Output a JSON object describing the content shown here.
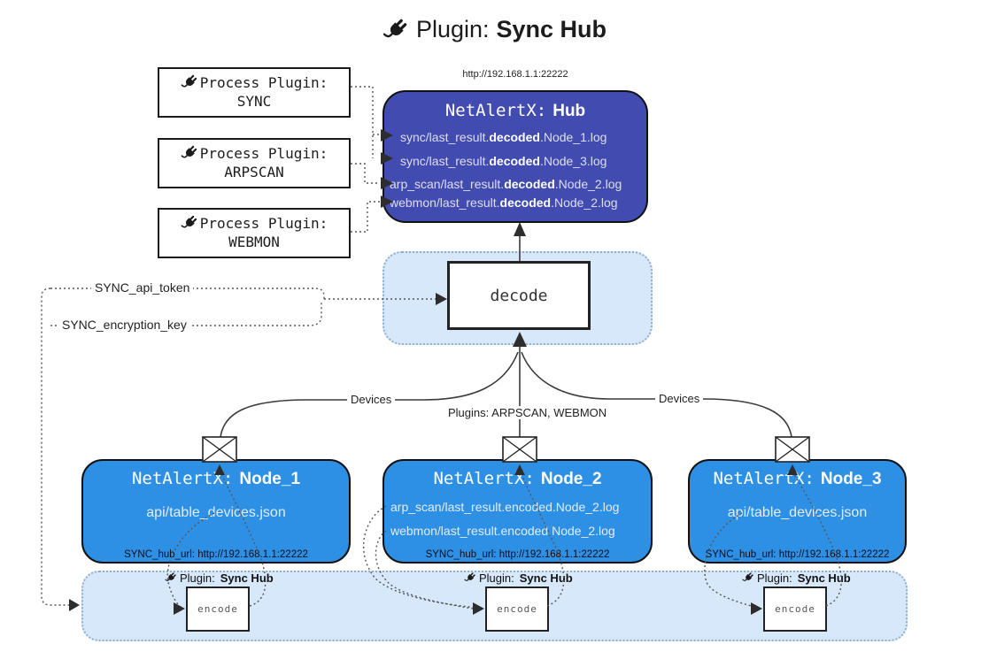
{
  "title": {
    "icon": "plug-icon",
    "prefix": "Plugin:",
    "name": "Sync Hub"
  },
  "hub": {
    "url": "http://192.168.1.1:22222",
    "title_prefix": "NetAlertX:",
    "title_name": "Hub",
    "logs": [
      {
        "pre": "sync/last_result.",
        "bold": "decoded",
        "post": ".Node_1.log"
      },
      {
        "pre": "sync/last_result.",
        "bold": "decoded",
        "post": ".Node_3.log"
      },
      {
        "pre": "arp_scan/last_result.",
        "bold": "decoded",
        "post": ".Node_2.log"
      },
      {
        "pre": "webmon/last_result.",
        "bold": "decoded",
        "post": ".Node_2.log"
      }
    ]
  },
  "process_plugins": [
    {
      "icon": "plug-icon",
      "label": "Process Plugin:",
      "name": "SYNC"
    },
    {
      "icon": "plug-icon",
      "label": "Process Plugin:",
      "name": "ARPSCAN"
    },
    {
      "icon": "plug-icon",
      "label": "Process Plugin:",
      "name": "WEBMON"
    }
  ],
  "decode": {
    "label": "decode"
  },
  "settings": {
    "api_token": "SYNC_api_token",
    "encryption_key": "SYNC_encryption_key"
  },
  "edges": {
    "devices_left": "Devices",
    "devices_right": "Devices",
    "plugins_middle": "Plugins: ARPSCAN, WEBMON"
  },
  "nodes": [
    {
      "title_prefix": "NetAlertX:",
      "title_name": "Node_1",
      "files": [
        "api/table_devices.json"
      ],
      "hub_url": "SYNC_hub_url: http://192.168.1.1:22222",
      "mail_icon": "envelope-icon"
    },
    {
      "title_prefix": "NetAlertX:",
      "title_name": "Node_2",
      "files": [
        "arp_scan/last_result.encoded.Node_2.log",
        "webmon/last_result.encoded.Node_2.log"
      ],
      "hub_url": "SYNC_hub_url: http://192.168.1.1:22222",
      "mail_icon": "envelope-icon"
    },
    {
      "title_prefix": "NetAlertX:",
      "title_name": "Node_3",
      "files": [
        "api/table_devices.json"
      ],
      "hub_url": "SYNC_hub_url: http://192.168.1.1:22222",
      "mail_icon": "envelope-icon"
    }
  ],
  "encode_sections": [
    {
      "icon": "plug-icon",
      "plugin_prefix": "Plugin:",
      "plugin_name": "Sync Hub",
      "label": "encode"
    },
    {
      "icon": "plug-icon",
      "plugin_prefix": "Plugin:",
      "plugin_name": "Sync Hub",
      "label": "encode"
    },
    {
      "icon": "plug-icon",
      "plugin_prefix": "Plugin:",
      "plugin_name": "Sync Hub",
      "label": "encode"
    }
  ],
  "colors": {
    "hub_bg": "#424CB0",
    "node_bg": "#2E90E5",
    "panel_bg": "#D7E8FA",
    "text_light": "#E9E9F4"
  }
}
